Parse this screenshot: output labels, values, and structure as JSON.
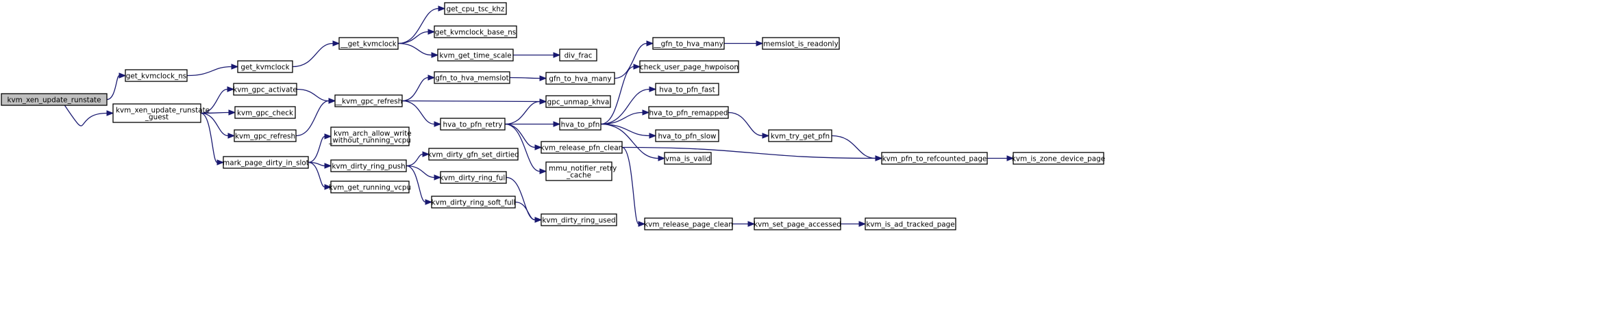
{
  "diagram": {
    "type": "call-graph",
    "colors": {
      "edge": "#191970",
      "root_fill": "#bfbfbf",
      "node_fill": "#ffffff",
      "node_border": "#000000"
    },
    "nodes": [
      {
        "id": "kvm_xen_update_runstate",
        "lines": [
          "kvm_xen_update_runstate"
        ],
        "root": true
      },
      {
        "id": "get_kvmclock_ns",
        "lines": [
          "get_kvmclock_ns"
        ]
      },
      {
        "id": "get_kvmclock",
        "lines": [
          "get_kvmclock"
        ]
      },
      {
        "id": "__get_kvmclock",
        "lines": [
          "__get_kvmclock"
        ]
      },
      {
        "id": "get_cpu_tsc_khz",
        "lines": [
          "get_cpu_tsc_khz"
        ]
      },
      {
        "id": "get_kvmclock_base_ns",
        "lines": [
          "get_kvmclock_base_ns"
        ]
      },
      {
        "id": "kvm_get_time_scale",
        "lines": [
          "kvm_get_time_scale"
        ]
      },
      {
        "id": "div_frac",
        "lines": [
          "div_frac"
        ]
      },
      {
        "id": "kvm_xen_update_runstate_guest",
        "lines": [
          "kvm_xen_update_runstate",
          "_guest"
        ]
      },
      {
        "id": "kvm_gpc_activate",
        "lines": [
          "kvm_gpc_activate"
        ]
      },
      {
        "id": "kvm_gpc_check",
        "lines": [
          "kvm_gpc_check"
        ]
      },
      {
        "id": "kvm_gpc_refresh",
        "lines": [
          "kvm_gpc_refresh"
        ]
      },
      {
        "id": "__kvm_gpc_refresh",
        "lines": [
          "__kvm_gpc_refresh"
        ]
      },
      {
        "id": "gfn_to_hva_memslot",
        "lines": [
          "gfn_to_hva_memslot"
        ]
      },
      {
        "id": "gfn_to_hva_many",
        "lines": [
          "gfn_to_hva_many"
        ]
      },
      {
        "id": "__gfn_to_hva_many",
        "lines": [
          "__gfn_to_hva_many"
        ]
      },
      {
        "id": "memslot_is_readonly",
        "lines": [
          "memslot_is_readonly"
        ]
      },
      {
        "id": "gpc_unmap_khva",
        "lines": [
          "gpc_unmap_khva"
        ]
      },
      {
        "id": "hva_to_pfn_retry",
        "lines": [
          "hva_to_pfn_retry"
        ]
      },
      {
        "id": "hva_to_pfn",
        "lines": [
          "hva_to_pfn"
        ]
      },
      {
        "id": "check_user_page_hwpoison",
        "lines": [
          "check_user_page_hwpoison"
        ]
      },
      {
        "id": "hva_to_pfn_fast",
        "lines": [
          "hva_to_pfn_fast"
        ]
      },
      {
        "id": "hva_to_pfn_remapped",
        "lines": [
          "hva_to_pfn_remapped"
        ]
      },
      {
        "id": "hva_to_pfn_slow",
        "lines": [
          "hva_to_pfn_slow"
        ]
      },
      {
        "id": "vma_is_valid",
        "lines": [
          "vma_is_valid"
        ]
      },
      {
        "id": "kvm_try_get_pfn",
        "lines": [
          "kvm_try_get_pfn"
        ]
      },
      {
        "id": "kvm_pfn_to_refcounted_page",
        "lines": [
          "kvm_pfn_to_refcounted_page"
        ]
      },
      {
        "id": "kvm_is_zone_device_page",
        "lines": [
          "kvm_is_zone_device_page"
        ]
      },
      {
        "id": "kvm_release_pfn_clean",
        "lines": [
          "kvm_release_pfn_clean"
        ]
      },
      {
        "id": "mmu_notifier_retry_cache",
        "lines": [
          "mmu_notifier_retry",
          "_cache"
        ]
      },
      {
        "id": "kvm_release_page_clean",
        "lines": [
          "kvm_release_page_clean"
        ]
      },
      {
        "id": "kvm_set_page_accessed",
        "lines": [
          "kvm_set_page_accessed"
        ]
      },
      {
        "id": "kvm_is_ad_tracked_page",
        "lines": [
          "kvm_is_ad_tracked_page"
        ]
      },
      {
        "id": "mark_page_dirty_in_slot",
        "lines": [
          "mark_page_dirty_in_slot"
        ]
      },
      {
        "id": "kvm_arch_allow_write_without_running_vcpu",
        "lines": [
          "kvm_arch_allow_write",
          "_without_running_vcpu"
        ]
      },
      {
        "id": "kvm_dirty_ring_push",
        "lines": [
          "kvm_dirty_ring_push"
        ]
      },
      {
        "id": "kvm_get_running_vcpu",
        "lines": [
          "kvm_get_running_vcpu"
        ]
      },
      {
        "id": "kvm_dirty_gfn_set_dirtied",
        "lines": [
          "kvm_dirty_gfn_set_dirtied"
        ]
      },
      {
        "id": "kvm_dirty_ring_full",
        "lines": [
          "kvm_dirty_ring_full"
        ]
      },
      {
        "id": "kvm_dirty_ring_soft_full",
        "lines": [
          "kvm_dirty_ring_soft_full"
        ]
      },
      {
        "id": "kvm_dirty_ring_used",
        "lines": [
          "kvm_dirty_ring_used"
        ]
      }
    ],
    "edges": [
      [
        "kvm_xen_update_runstate",
        "get_kvmclock_ns"
      ],
      [
        "kvm_xen_update_runstate",
        "kvm_xen_update_runstate_guest"
      ],
      [
        "get_kvmclock_ns",
        "get_kvmclock"
      ],
      [
        "get_kvmclock",
        "__get_kvmclock"
      ],
      [
        "__get_kvmclock",
        "get_cpu_tsc_khz"
      ],
      [
        "__get_kvmclock",
        "get_kvmclock_base_ns"
      ],
      [
        "__get_kvmclock",
        "kvm_get_time_scale"
      ],
      [
        "kvm_get_time_scale",
        "div_frac"
      ],
      [
        "kvm_xen_update_runstate_guest",
        "kvm_gpc_activate"
      ],
      [
        "kvm_xen_update_runstate_guest",
        "kvm_gpc_check"
      ],
      [
        "kvm_xen_update_runstate_guest",
        "kvm_gpc_refresh"
      ],
      [
        "kvm_xen_update_runstate_guest",
        "mark_page_dirty_in_slot"
      ],
      [
        "kvm_gpc_activate",
        "__kvm_gpc_refresh"
      ],
      [
        "kvm_gpc_refresh",
        "__kvm_gpc_refresh"
      ],
      [
        "__kvm_gpc_refresh",
        "gfn_to_hva_memslot"
      ],
      [
        "__kvm_gpc_refresh",
        "gpc_unmap_khva"
      ],
      [
        "__kvm_gpc_refresh",
        "hva_to_pfn_retry"
      ],
      [
        "gfn_to_hva_memslot",
        "gfn_to_hva_many"
      ],
      [
        "gfn_to_hva_many",
        "__gfn_to_hva_many"
      ],
      [
        "__gfn_to_hva_many",
        "memslot_is_readonly"
      ],
      [
        "hva_to_pfn_retry",
        "gpc_unmap_khva"
      ],
      [
        "hva_to_pfn_retry",
        "hva_to_pfn"
      ],
      [
        "hva_to_pfn_retry",
        "kvm_release_pfn_clean"
      ],
      [
        "hva_to_pfn_retry",
        "mmu_notifier_retry_cache"
      ],
      [
        "hva_to_pfn",
        "check_user_page_hwpoison"
      ],
      [
        "hva_to_pfn",
        "hva_to_pfn_fast"
      ],
      [
        "hva_to_pfn",
        "hva_to_pfn_remapped"
      ],
      [
        "hva_to_pfn",
        "hva_to_pfn_slow"
      ],
      [
        "hva_to_pfn",
        "vma_is_valid"
      ],
      [
        "hva_to_pfn_remapped",
        "kvm_try_get_pfn"
      ],
      [
        "kvm_try_get_pfn",
        "kvm_pfn_to_refcounted_page"
      ],
      [
        "kvm_pfn_to_refcounted_page",
        "kvm_is_zone_device_page"
      ],
      [
        "kvm_release_pfn_clean",
        "kvm_pfn_to_refcounted_page"
      ],
      [
        "kvm_release_pfn_clean",
        "kvm_release_page_clean"
      ],
      [
        "kvm_release_page_clean",
        "kvm_set_page_accessed"
      ],
      [
        "kvm_set_page_accessed",
        "kvm_is_ad_tracked_page"
      ],
      [
        "mark_page_dirty_in_slot",
        "kvm_arch_allow_write_without_running_vcpu"
      ],
      [
        "mark_page_dirty_in_slot",
        "kvm_dirty_ring_push"
      ],
      [
        "mark_page_dirty_in_slot",
        "kvm_get_running_vcpu"
      ],
      [
        "kvm_dirty_ring_push",
        "kvm_dirty_gfn_set_dirtied"
      ],
      [
        "kvm_dirty_ring_push",
        "kvm_dirty_ring_full"
      ],
      [
        "kvm_dirty_ring_push",
        "kvm_dirty_ring_soft_full"
      ],
      [
        "kvm_dirty_ring_full",
        "kvm_dirty_ring_used"
      ],
      [
        "kvm_dirty_ring_soft_full",
        "kvm_dirty_ring_used"
      ]
    ]
  }
}
